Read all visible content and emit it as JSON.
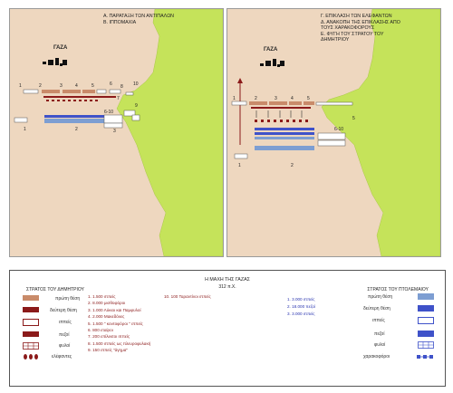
{
  "panels": [
    {
      "id": "left",
      "title_lines": [
        "Α. ΠΑΡΑΤΑΞΗ ΤΩΝ ΑΝΤΙΠΑΛΩΝ",
        "Β. ΙΠΠΟΜΑΧΙΑ"
      ],
      "city": "ΓΑΖΑ",
      "numbers": [
        "1",
        "2",
        "3",
        "4",
        "5",
        "6",
        "7",
        "8",
        "10",
        "9",
        "6-10",
        "1",
        "2",
        "3"
      ]
    },
    {
      "id": "right",
      "title_lines": [
        "Γ. ΕΠΙΚΛΑΣΗ ΤΩΝ ΕΛΕΦΑΝΤΩΝ",
        "Δ. ΑΝΑΚΟΠΗ ΤΗΣ ΕΠΙΚΛΑΣΗΣ ΑΠΟ",
        "ΤΟΥΣ ΧΑΡΑΚΟΦΟΡΟΥΣ",
        "Ε. ΦΥΓΗ ΤΟΥ ΣΤΡΑΤΟΥ ΤΟΥ",
        "ΔΗΜΗΤΡΙΟΥ"
      ],
      "city": "ΓΑΖΑ",
      "numbers": [
        "1",
        "2",
        "3",
        "4",
        "5",
        "6-10",
        "5",
        "1",
        "2"
      ]
    }
  ],
  "legend": {
    "title": "Η ΜΑΧΗ ΤΗΣ ΓΑΖΑΣ",
    "date": "312   π.Χ.",
    "demetrius": {
      "heading": "ΣΤΡΑΤΟΣ ΤΟΥ ΔΗΜΗΤΡΙΟΥ",
      "items": [
        "πρώτη θέση",
        "δεύτερη θέση",
        "ιππείς",
        "πεζοί",
        "φυλοί",
        "ελέφαντες"
      ],
      "units": [
        "1. 1.500 ιππείς",
        "2. 8.000 μισθοφόροι",
        "3. 1.000 Λύκιοι και Παμφυλοί",
        "4. 2.000 Μακεδόνες",
        "5. 1.500 \" κοντοφόροι \" ιππείς",
        "6.   800 εταίροι",
        "7.   200 επίλεκτοι ιππείς",
        "8. 1.500 ιππείς ως πλευροφυλακή",
        "9.   150 ιππείς \"άγημα\""
      ],
      "unit_10": "10.  100 Ταραντίνοι  ιππείς"
    },
    "ptolemy": {
      "heading": "ΣΤΡΑΤΟΣ ΤΟΥ ΠΤΟΛΕΜΑΙΟΥ",
      "units": [
        "1.   3.000 ιππείς",
        "2. 18.000 πεζοί",
        "3.   3.000 ιππείς"
      ],
      "items": [
        "πρώτη θέση",
        "δεύτερη θέση",
        "ιππείς",
        "πεζοί",
        "φυλοί",
        "χαρακοφόροι"
      ]
    }
  },
  "colors": {
    "terrain": "#eed7bf",
    "sea_green": "#c5e35a",
    "demetrius_first": "#c98b6a",
    "demetrius_second": "#8b1a1a",
    "ptolemy_first": "#7d9ed2",
    "ptolemy_second": "#3f52c9"
  }
}
